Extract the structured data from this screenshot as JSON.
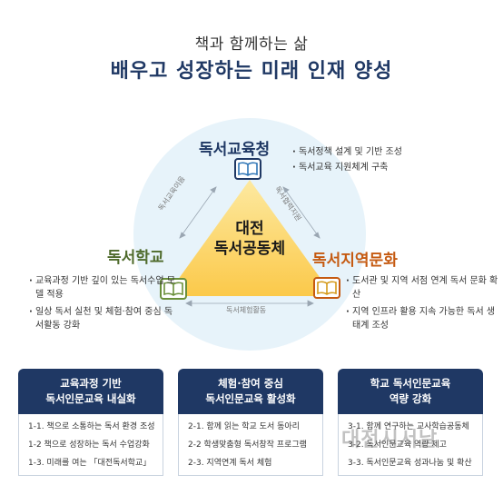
{
  "header": {
    "subtitle": "책과 함께하는 삶",
    "title": "배우고 성장하는 미래 인재 양성"
  },
  "center": {
    "line1": "대전",
    "line2": "독서공동체"
  },
  "nodes": {
    "education_office": {
      "title": "독서교육청",
      "bullets": [
        "독서정책 설계 및 기반 조성",
        "독서교육 지원체계 구축"
      ]
    },
    "school": {
      "title": "독서학교",
      "bullets": [
        "교육과정 기반 깊이 있는 독서수업 모델 적용",
        "일상 독서 실천 및 체험·참여 중심 독서활동 강화"
      ]
    },
    "region_culture": {
      "title": "독서지역문화",
      "bullets": [
        "도서관 및 지역 서점 연계 독서 문화 확산",
        "지역 인프라 활용 지속 가능한 독서 생태계 조성"
      ]
    }
  },
  "edges": {
    "left": "독서교육이음",
    "right": "독서협력지원",
    "bottom": "독서체험활동"
  },
  "columns": [
    {
      "head1": "교육과정 기반",
      "head2": "독서인문교육 내실화",
      "items": [
        "1-1. 책으로 소통하는 독서 환경 조성",
        "1-2 책으로 성장하는 독서 수업강화",
        "1-3. 미래를 여는 「대전독서학교」"
      ]
    },
    {
      "head1": "체험·참여 중심",
      "head2": "독서인문교육 활성화",
      "items": [
        "2-1. 함께 읽는 학교 도서 동아리",
        "2-2 학생맞춤형 독서창작 프로그램",
        "2-3. 지역연계 독서 체험"
      ]
    },
    {
      "head1": "학교 독서인문교육",
      "head2": "역량 강화",
      "items": [
        "3-1. 함께 연구하는 교사학습공동체",
        "3-2. 독서인문교육 역량 제고",
        "3-3. 독서인문교육 성과나눔 및 확산"
      ]
    }
  ],
  "watermark": "대전시서날",
  "colors": {
    "navy": "#1f3864",
    "green": "#4f6b2c",
    "orange": "#c55a11",
    "triangle_yellow": "#fcd66a",
    "circle_blue": "#e7f3fa"
  }
}
